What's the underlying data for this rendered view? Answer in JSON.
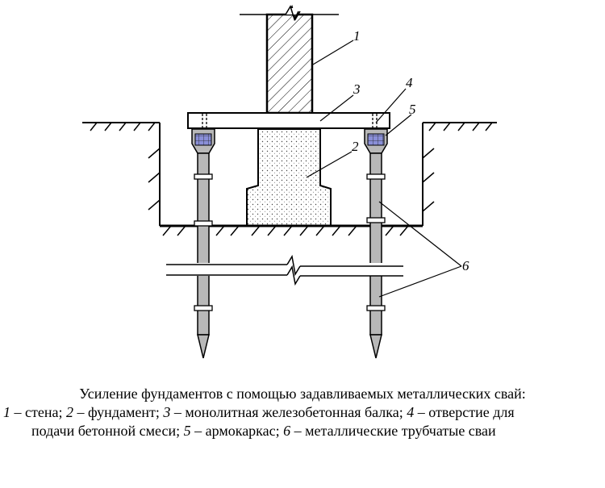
{
  "diagram": {
    "labels": {
      "wall": "1",
      "foundation": "2",
      "beam": "3",
      "hole": "4",
      "cage": "5",
      "piles": "6"
    }
  },
  "caption": {
    "title": "Усиление фундаментов с помощью задавливаемых металлических свай:",
    "items": [
      {
        "num": "1",
        "text": " – стена; "
      },
      {
        "num": "2",
        "text": " – фундамент; "
      },
      {
        "num": "3",
        "text": " – монолитная железобетонная балка; "
      },
      {
        "num": "4",
        "text": " – отверстие для"
      },
      {
        "text2": "подачи бетонной смеси; "
      },
      {
        "num": "5",
        "text": " – армокаркас; "
      },
      {
        "num": "6",
        "text": " – металлические трубчатые сваи"
      }
    ]
  }
}
